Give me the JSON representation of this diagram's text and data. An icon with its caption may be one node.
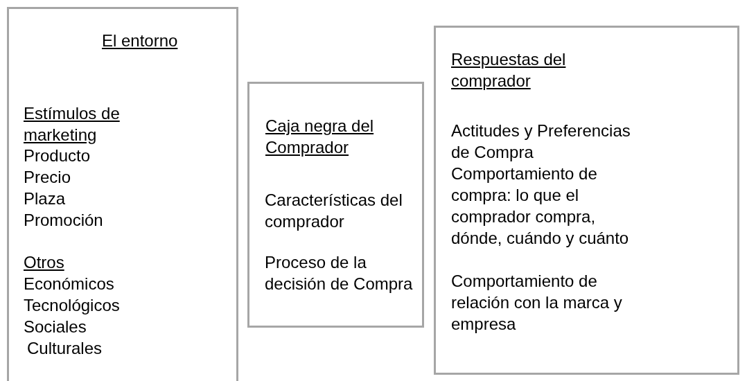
{
  "diagram": {
    "nodes": [
      {
        "text": [
          "El entorno",
          "Estímulos de marketing",
          "Producto",
          "Precio",
          "Plaza",
          "Promoción",
          "Otros",
          "Económicos",
          "Tecnológicos",
          "Sociales",
          "Culturales"
        ]
      },
      {
        "text": [
          "Caja negra del Comprador",
          "Características del comprador",
          "Proceso de la decisión de Compra"
        ]
      },
      {
        "text": [
          "Respuestas del comprador",
          "Actitudes y Preferencias de Compra",
          "Comportamiento de compra: lo que el comprador compra, dónde, cuándo y cuánto",
          "Comportamiento de relación con la marca y empresa"
        ]
      }
    ],
    "edges": []
  }
}
